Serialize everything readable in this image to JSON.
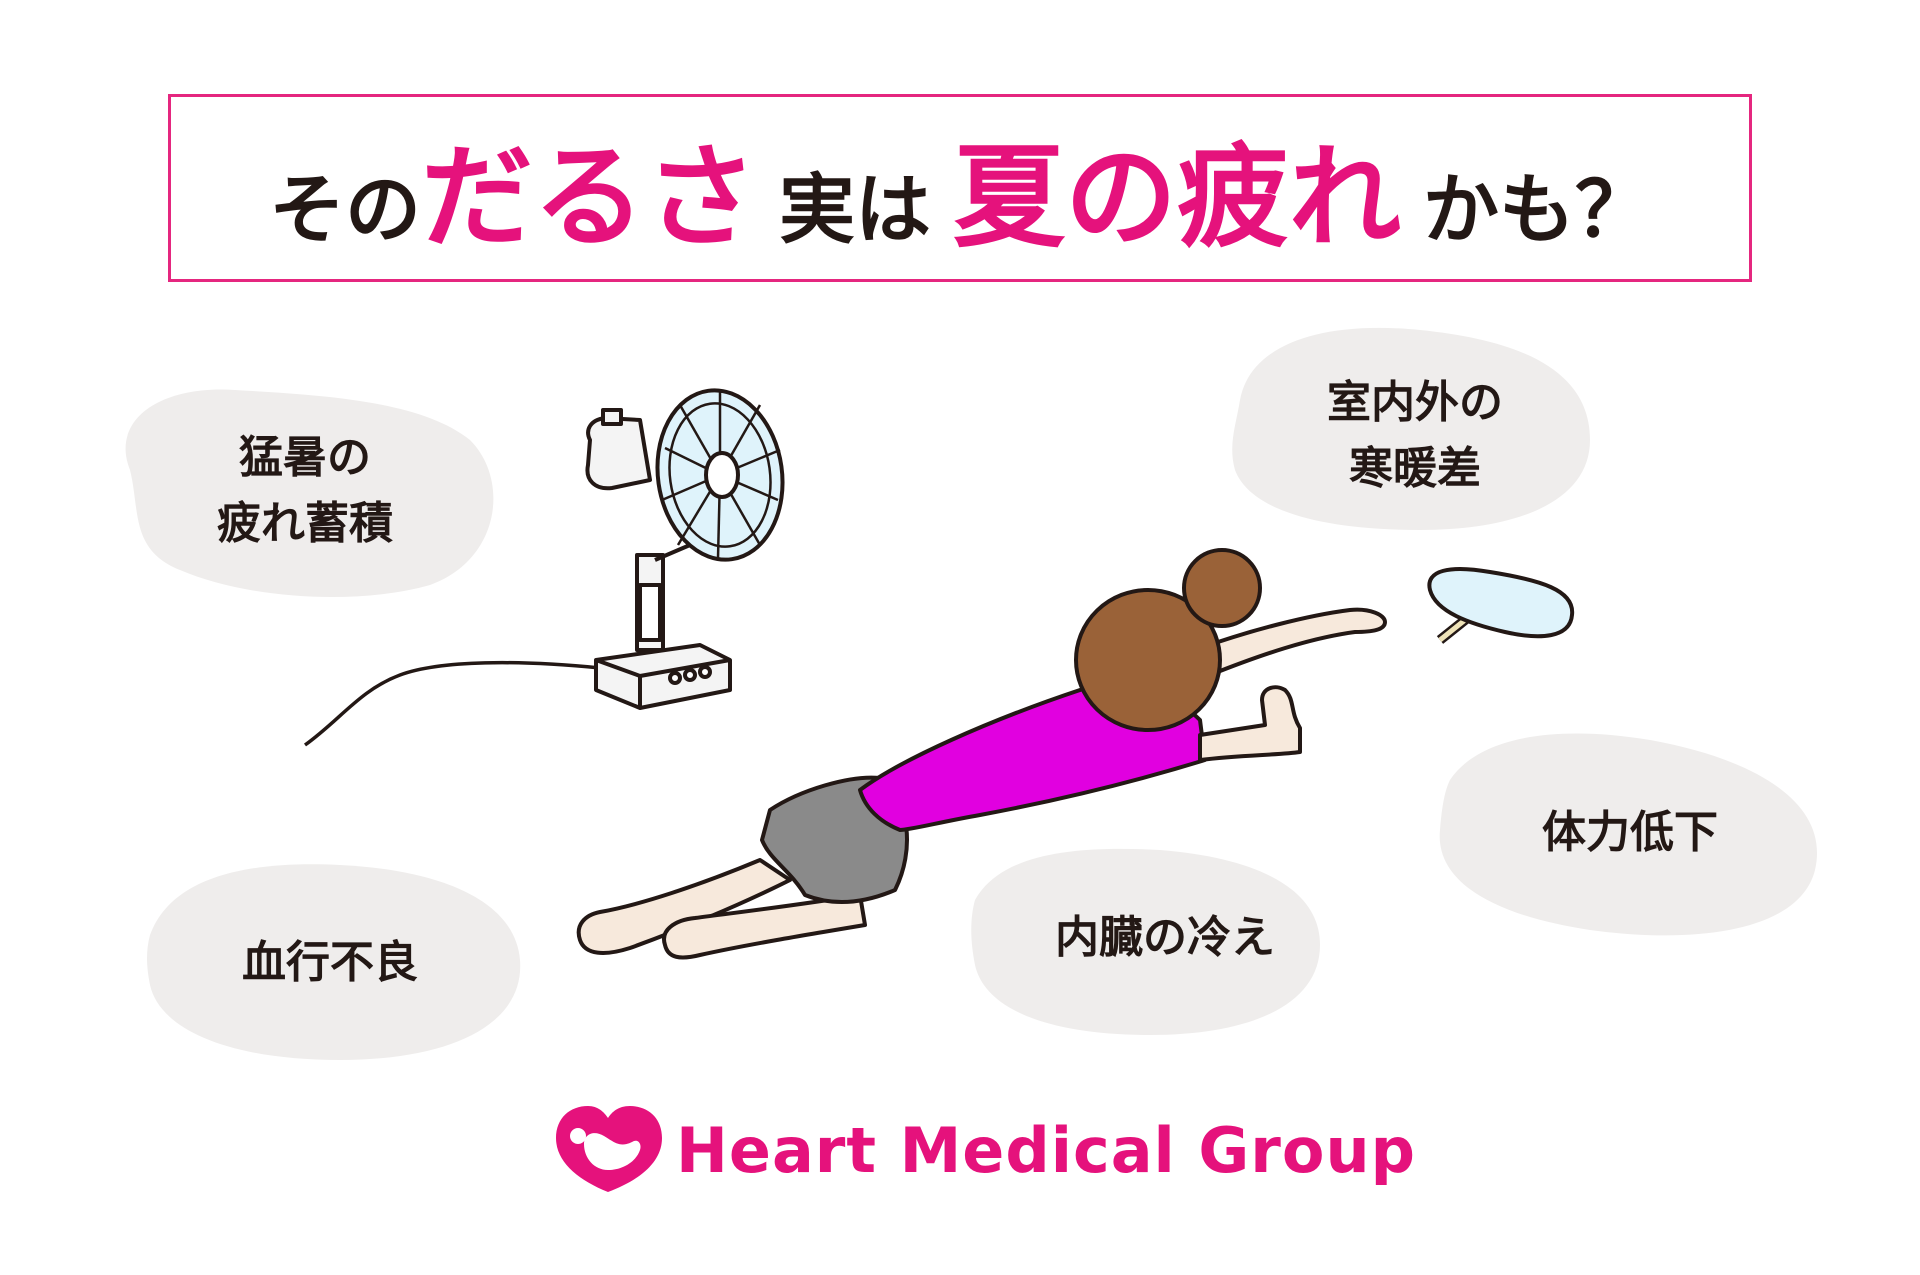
{
  "title": {
    "part1": "その",
    "part2": "だるさ",
    "part3": "実は",
    "part4": "夏の疲れ",
    "part5": "かも？"
  },
  "bubbles": {
    "heat_fatigue": {
      "line1": "猛暑の",
      "line2": "疲れ蓄積"
    },
    "temp_difference": {
      "line1": "室内外の",
      "line2": "寒暖差"
    },
    "stamina": {
      "line1": "体力低下"
    },
    "circulation": {
      "line1": "血行不良"
    },
    "visceral_cold": {
      "line1": "内臓の冷え"
    }
  },
  "logo": {
    "text": "Heart Medical Group"
  },
  "colors": {
    "accent_pink": "#e5127c",
    "border_pink": "#e5267f",
    "bubble_gray": "#efedec",
    "text_dark": "#231815",
    "shirt_magenta": "#e100e0",
    "hair_brown": "#9a6238",
    "shorts_gray": "#8a8a8a"
  },
  "icons": {
    "fan": "electric-fan-icon",
    "uchiwa": "hand-fan-icon",
    "person": "exhausted-person-illustration",
    "logo": "heart-logo-icon"
  }
}
